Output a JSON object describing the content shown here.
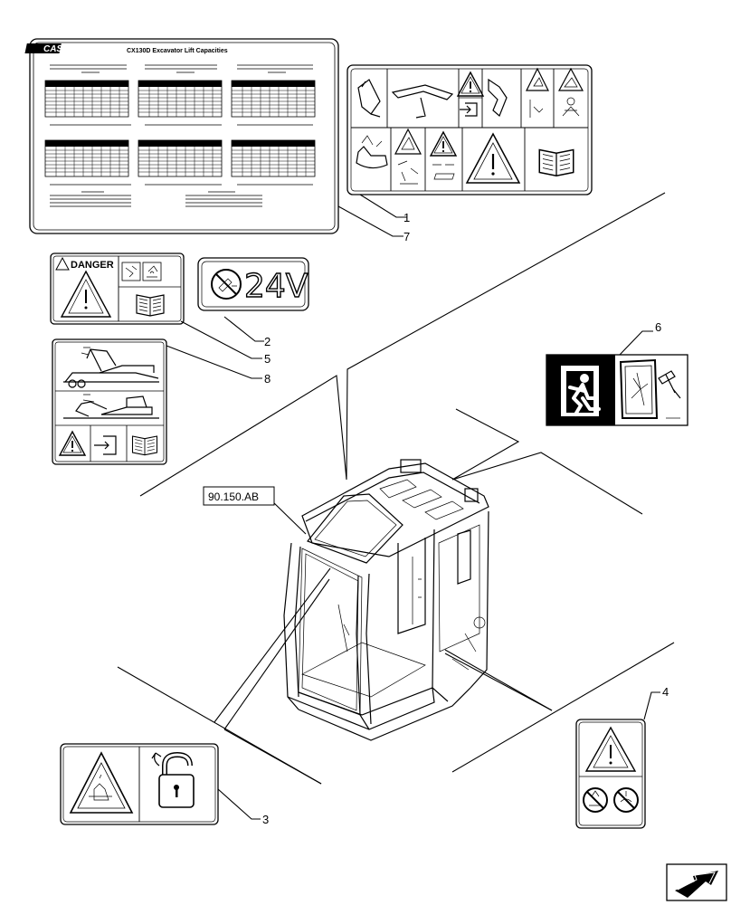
{
  "lift_chart": {
    "brand": "CASE",
    "title": "CX130D Excavator Lift Capacities"
  },
  "danger_decal": {
    "word": "DANGER"
  },
  "voltage_decal": {
    "text": "24V"
  },
  "reference": {
    "label": "90.150.AB"
  },
  "callouts": [
    "1",
    "7",
    "2",
    "5",
    "8",
    "6",
    "4",
    "3"
  ],
  "icons": [
    "warning-triangle-icon",
    "book-icon",
    "emergency-exit-icon",
    "hammer-glass-icon",
    "padlock-icon",
    "arrow-icon",
    "excavator-icon"
  ]
}
